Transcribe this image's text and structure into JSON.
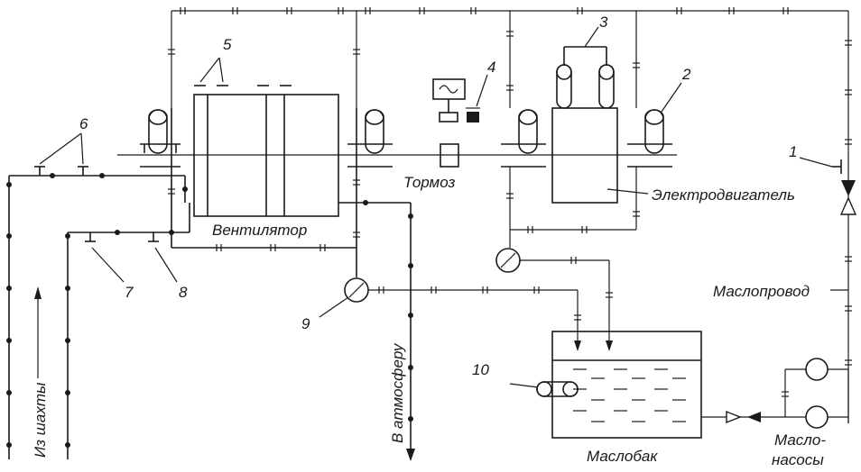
{
  "labels": {
    "fan": "Вентилятор",
    "brake": "Тормоз",
    "motor": "Электродвигатель",
    "oil_line": "Маслопровод",
    "oil_tank": "Маслобак",
    "oil_pumps_1": "Масло-",
    "oil_pumps_2": "насосы",
    "from_mine": "Из шахты",
    "to_atmosphere": "В атмосферу"
  },
  "numbers": {
    "n1": "1",
    "n2": "2",
    "n3": "3",
    "n4": "4",
    "n5": "5",
    "n6": "6",
    "n7": "7",
    "n8": "8",
    "n9": "9",
    "n10": "10"
  }
}
